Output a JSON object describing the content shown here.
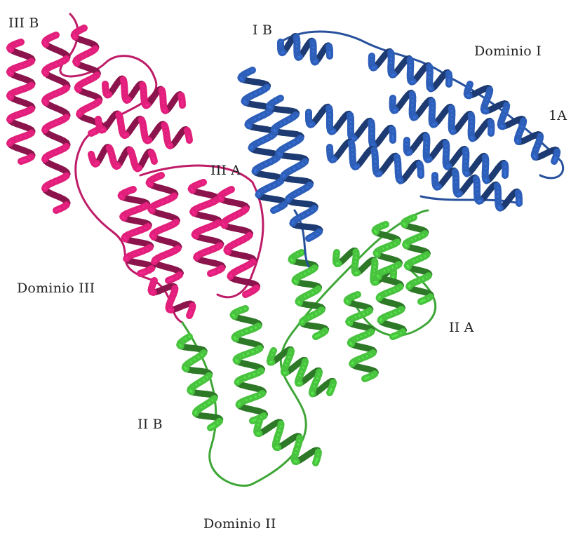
{
  "figure": {
    "colors": {
      "domain_I": "#2e5fb8",
      "domain_II": "#49c33f",
      "domain_III": "#e0207a",
      "background": "#ffffff"
    },
    "labels": {
      "dominio_I": "Dominio I",
      "dominio_II": "Dominio II",
      "dominio_III": "Dominio III",
      "I_A": "1A",
      "I_B": "I B",
      "II_A": "II A",
      "II_B": "II B",
      "III_A": "III A",
      "III_B": "III B"
    }
  }
}
